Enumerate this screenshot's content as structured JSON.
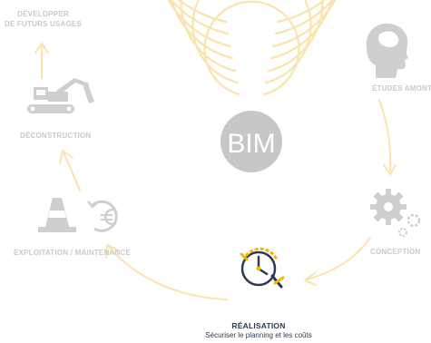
{
  "center": {
    "label": "BIM"
  },
  "stages": {
    "developper": {
      "line1": "DÉVELOPPER",
      "line2": "DE FUTURS USAGES"
    },
    "etudes": {
      "label": "ÉTUDES AMONT"
    },
    "deconstruction": {
      "label": "DÉCONSTRUCTION"
    },
    "conception": {
      "label": "CONCEPTION"
    },
    "exploitation": {
      "label": "EXPLOITATION / MAINTENANCE"
    },
    "realisation": {
      "label": "RÉALISATION",
      "subtitle": "Sécuriser le planning et les coûts"
    }
  },
  "colors": {
    "spiral": "#fbe3ad",
    "inactive_icon": "#cfcfcf",
    "inactive_text": "#c9c9c9",
    "bim_circle": "#c7c7c7",
    "active_text": "#2b3a52",
    "active_accent": "#f4b400"
  }
}
